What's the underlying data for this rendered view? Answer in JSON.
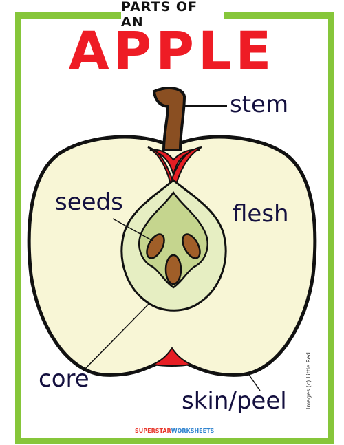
{
  "header": {
    "subtitle": "PARTS OF AN",
    "title": "APPLE"
  },
  "labels": {
    "stem": "stem",
    "seeds": "seeds",
    "flesh": "flesh",
    "core": "core",
    "skin": "skin/peel"
  },
  "footer": {
    "brand_part1": "SUPERSTAR",
    "brand_part2": "WORKSHEETS",
    "credit": "Images (c) Little Red"
  },
  "colors": {
    "border": "#86c63a",
    "title": "#ee1c25",
    "label_text": "#14103f",
    "flesh": "#f8f6d6",
    "skin_red": "#e61e24",
    "stem": "#8a4f22",
    "core": "#e6eec2",
    "seed_area": "#c5d58e",
    "seeds": "#a05e28"
  }
}
